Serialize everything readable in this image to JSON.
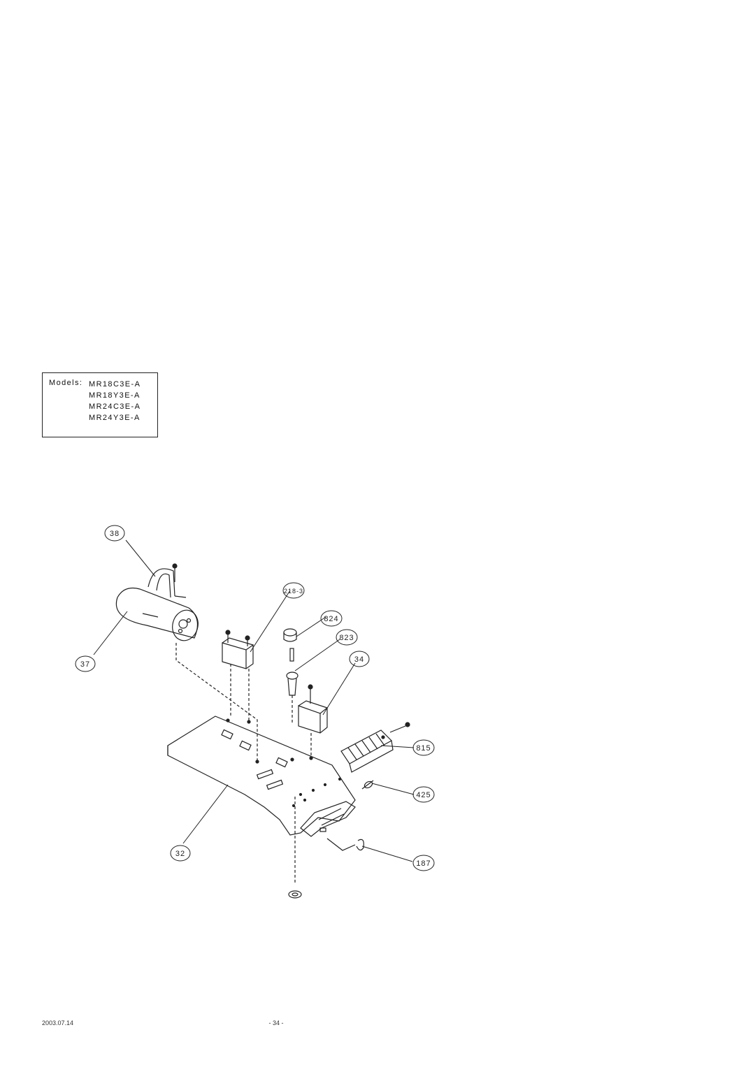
{
  "models": {
    "label": "Models:",
    "items": [
      "MR18C3E-A",
      "MR18Y3E-A",
      "MR24C3E-A",
      "MR24Y3E-A"
    ]
  },
  "diagram": {
    "callouts": [
      "38",
      "218-3",
      "824",
      "823",
      "34",
      "37",
      "815",
      "425",
      "32",
      "187"
    ]
  },
  "footer": {
    "date": "2003.07.14",
    "page": "- 34 -"
  }
}
